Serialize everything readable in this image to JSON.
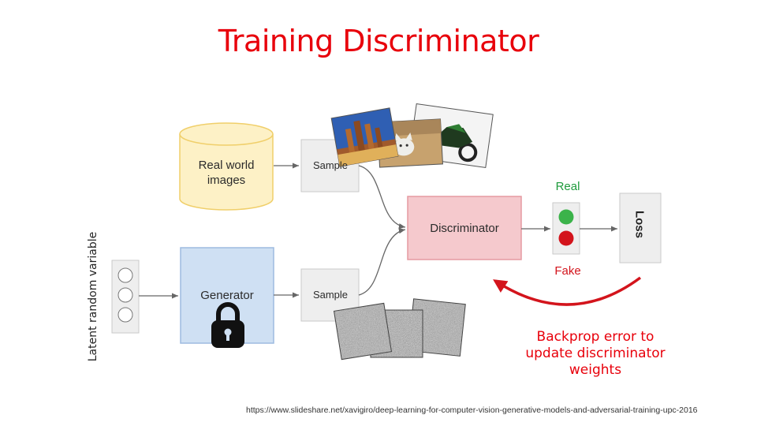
{
  "slide": {
    "title": "Training Discriminator",
    "source_url": "https://www.slideshare.net/xavigiro/deep-learning-for-computer-vision-generative-models-and-adversarial-training-upc-2016"
  },
  "diagram": {
    "real_world_images": "Real world images",
    "real_sample": "Sample",
    "generator": "Generator",
    "generated_sample": "Sample",
    "discriminator": "Discriminator",
    "real": "Real",
    "fake": "Fake",
    "loss": "Loss",
    "latent_variable": "Latent random variable",
    "backprop_note": "Backprop error to update discriminator weights"
  },
  "icons": [
    "lock-icon",
    "traffic-light-icon",
    "real-photo-city-icon",
    "real-photo-cat-icon",
    "real-photo-motorcycle-icon",
    "noise-image-icon"
  ],
  "colors": {
    "title": "#e8000b",
    "real_images_fill": "#fdf1c6",
    "generator_fill": "#cfe0f3",
    "discriminator_fill": "#f5c9cd",
    "real_light": "#3bb34a",
    "fake_light": "#d3141c",
    "backprop_arrow": "#d3141c"
  }
}
